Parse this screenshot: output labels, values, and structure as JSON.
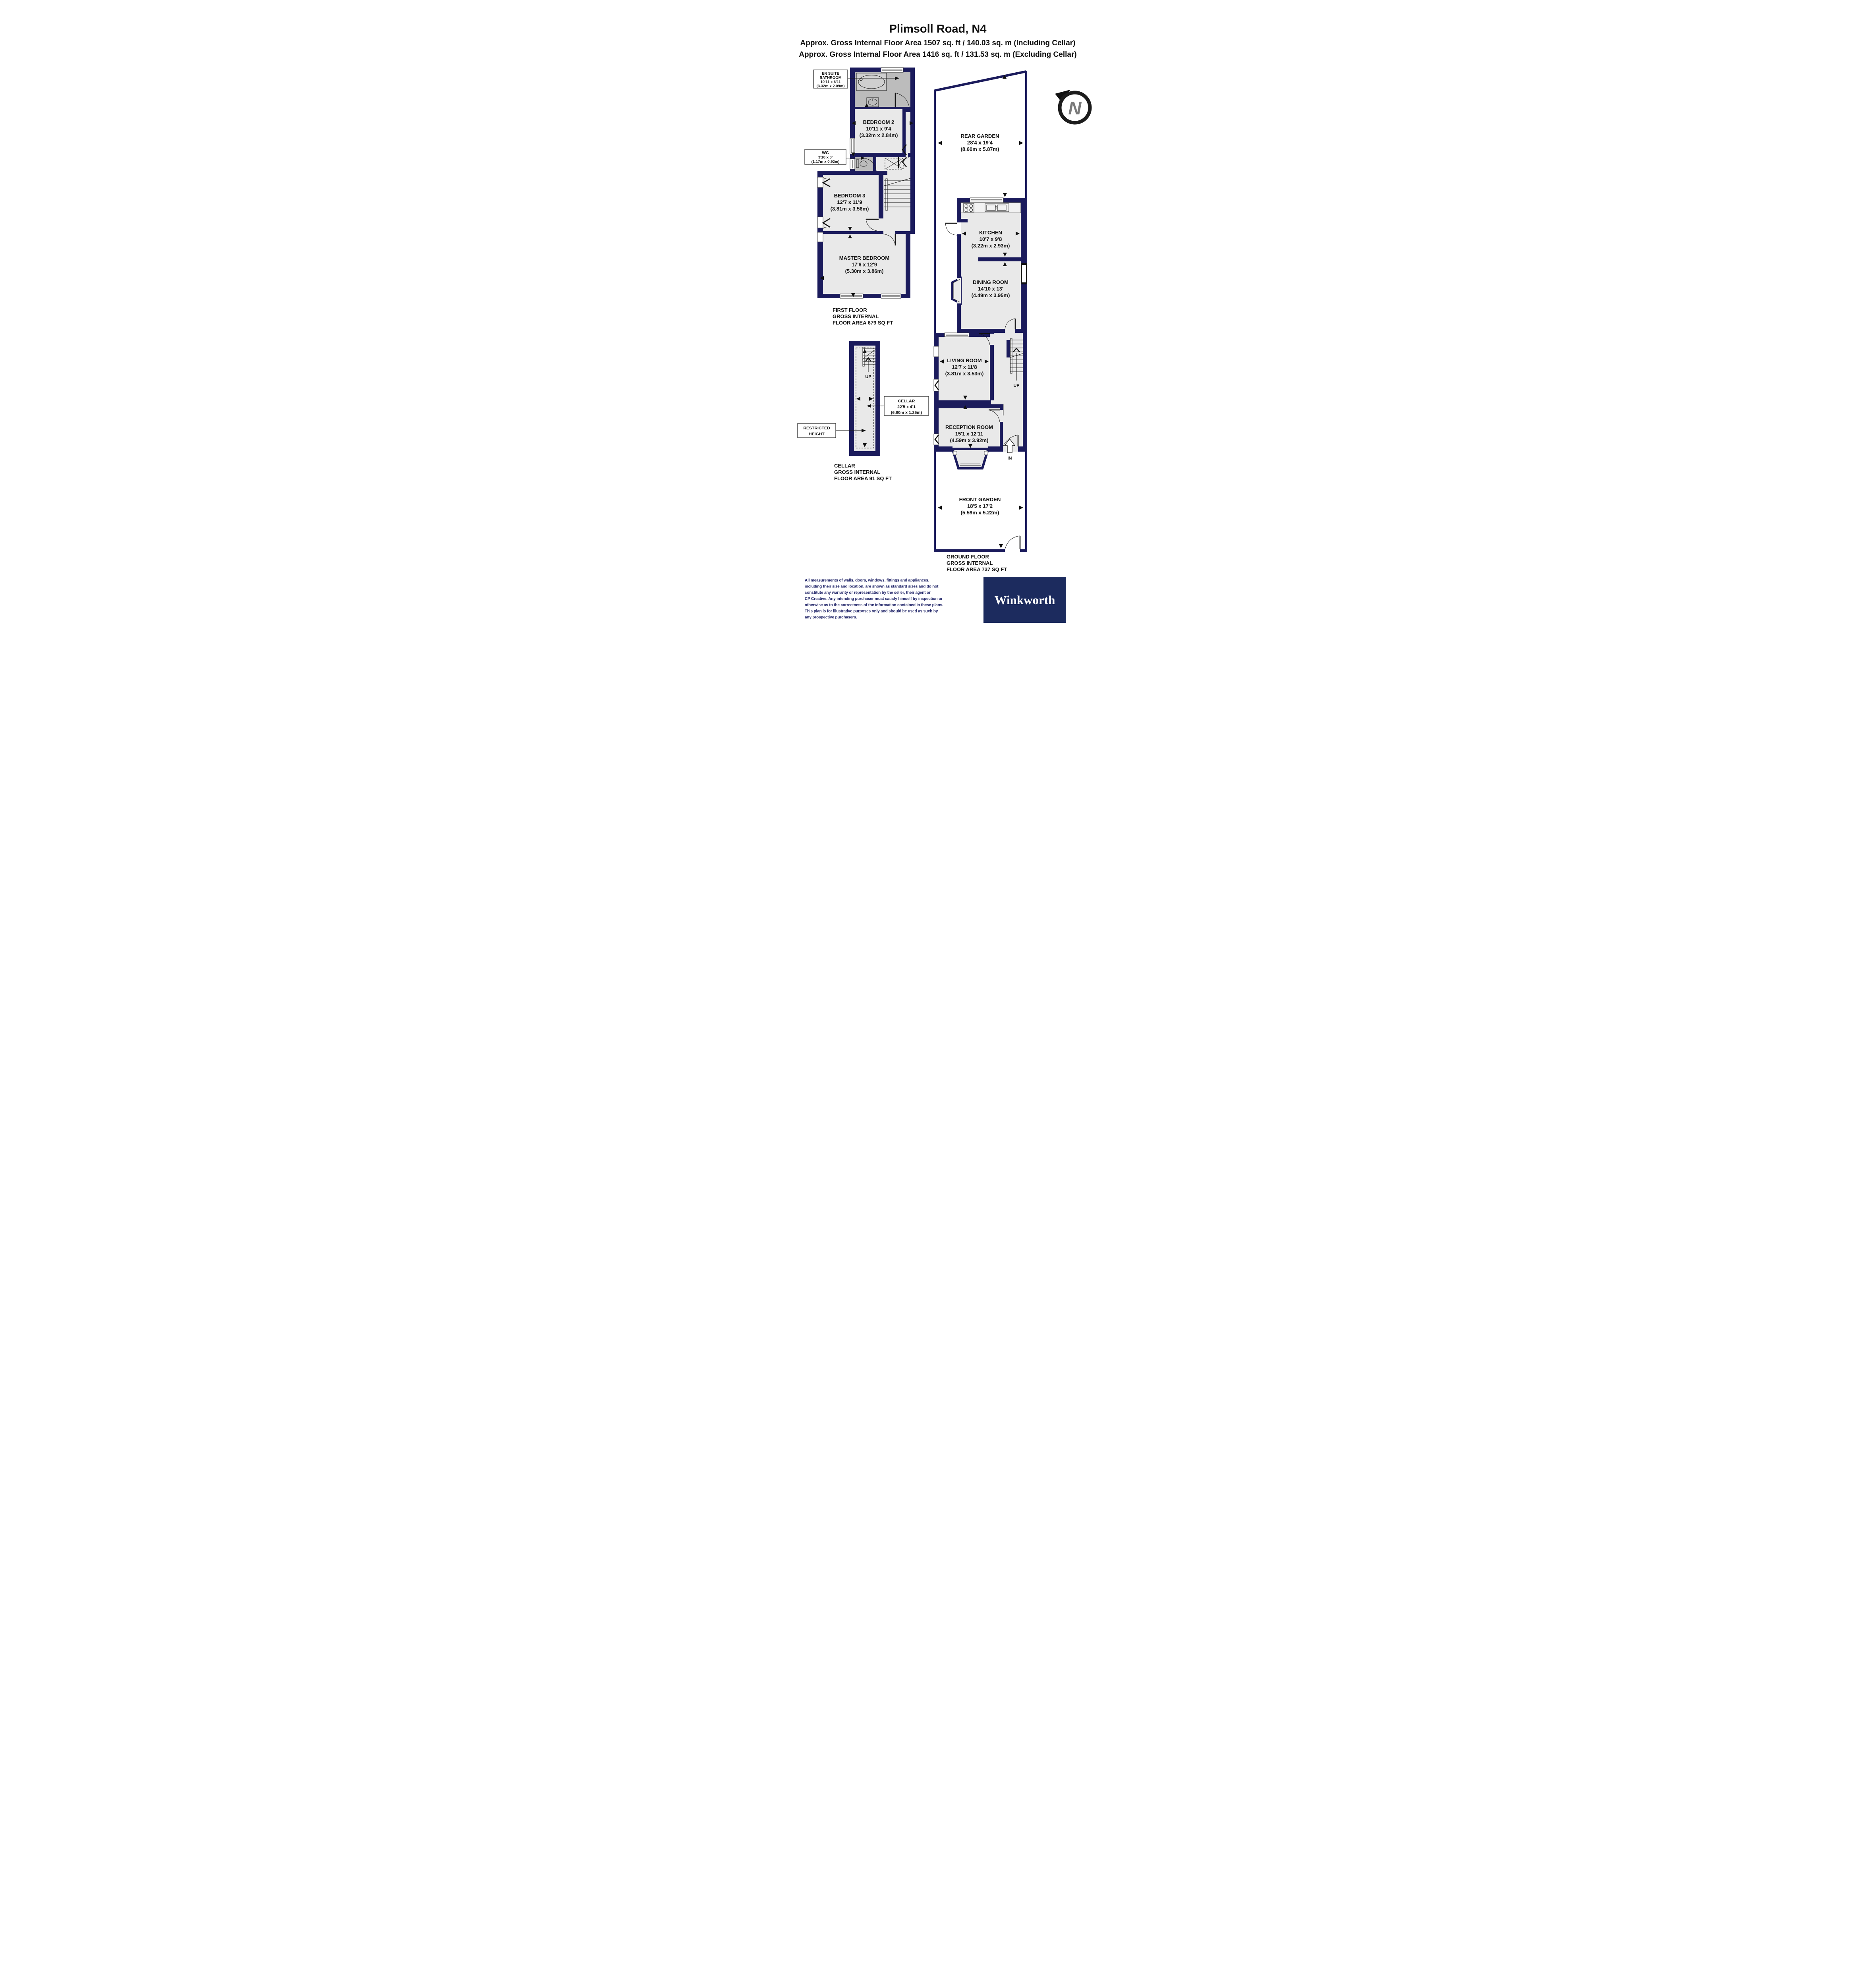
{
  "header": {
    "title": "Plimsoll Road, N4",
    "subtitle_line1": "Approx. Gross Internal Floor Area 1507 sq. ft / 140.03 sq. m (Including Cellar)",
    "subtitle_line2": "Approx. Gross Internal Floor Area 1416 sq. ft / 131.53 sq. m (Excluding Cellar)"
  },
  "colors": {
    "wall_navy": "#1b1b5c",
    "room_fill": "#e9e9e9",
    "wet_room_fill": "#bcbcbc",
    "logo_navy": "#1c2b5e",
    "disclaimer_navy": "#23276a"
  },
  "compass": {
    "north_letter": "N"
  },
  "first_floor": {
    "caption_lines": [
      "FIRST FLOOR",
      "GROSS INTERNAL",
      "FLOOR AREA 679 SQ FT"
    ],
    "en_suite": {
      "line1": "EN SUITE",
      "line2": "BATHROOM",
      "size_imperial": "10'11 x 6'11",
      "size_metric": "(3.32m x 2.09m)"
    },
    "bedroom2": {
      "name": "BEDROOM 2",
      "size_imperial": "10'11 x 9'4",
      "size_metric": "(3.32m x 2.84m)"
    },
    "wc": {
      "name": "WC",
      "size_imperial": "3'10 x 3'",
      "size_metric": "(1.17m x 0.92m)"
    },
    "bedroom3": {
      "name": "BEDROOM 3",
      "size_imperial": "12'7 x 11'9",
      "size_metric": "(3.81m x 3.56m)"
    },
    "master_bedroom": {
      "name": "MASTER BEDROOM",
      "size_imperial": "17'6 x 12'9",
      "size_metric": "(5.30m x 3.86m)"
    }
  },
  "cellar": {
    "label": {
      "name": "CELLAR",
      "size_imperial": "22'5 x 4'1",
      "size_metric": "(6.80m x 1.25m)"
    },
    "restricted": {
      "line1": "RESTRICTED",
      "line2": "HEIGHT"
    },
    "up_label": "UP",
    "caption_lines": [
      "CELLAR",
      "GROSS INTERNAL",
      "FLOOR AREA 91 SQ FT"
    ]
  },
  "ground_floor": {
    "caption_lines": [
      "GROUND FLOOR",
      "GROSS INTERNAL",
      "FLOOR AREA 737 SQ FT"
    ],
    "rear_garden": {
      "name": "REAR GARDEN",
      "size_imperial": "28'4 x 19'4",
      "size_metric": "(8.60m x 5.87m)"
    },
    "kitchen": {
      "name": "KITCHEN",
      "size_imperial": "10'7 x 9'8",
      "size_metric": "(3.22m x 2.93m)"
    },
    "dining_room": {
      "name": "DINING ROOM",
      "size_imperial": "14'10 x 13'",
      "size_metric": "(4.49m x 3.95m)"
    },
    "living_room": {
      "name": "LIVING ROOM",
      "size_imperial": "12'7 x 11'8",
      "size_metric": "(3.81m x 3.53m)"
    },
    "reception_room": {
      "name": "RECEPTION ROOM",
      "size_imperial": "15'1 x 12'11",
      "size_metric": "(4.59m x 3.92m)"
    },
    "front_garden": {
      "name": "FRONT GARDEN",
      "size_imperial": "18'5 x 17'2",
      "size_metric": "(5.59m x 5.22m)"
    },
    "up_label": "UP",
    "in_label": "IN"
  },
  "footer": {
    "disclaimer_lines": [
      "All measurements of walls, doors, windows, fittings and appliances,",
      "including their size and location, are shown as standard sizes and do not",
      "constitute any warranty or representation by the seller, their agent or",
      "CP Creative. Any intending purchaser must satisfy himself by inspection or",
      "otherwise as to the correctness of the information contained in these plans.",
      "This plan is for illustrative purposes only and should be used as such by",
      "any prospective purchasers."
    ],
    "logo_text": "Winkworth"
  }
}
